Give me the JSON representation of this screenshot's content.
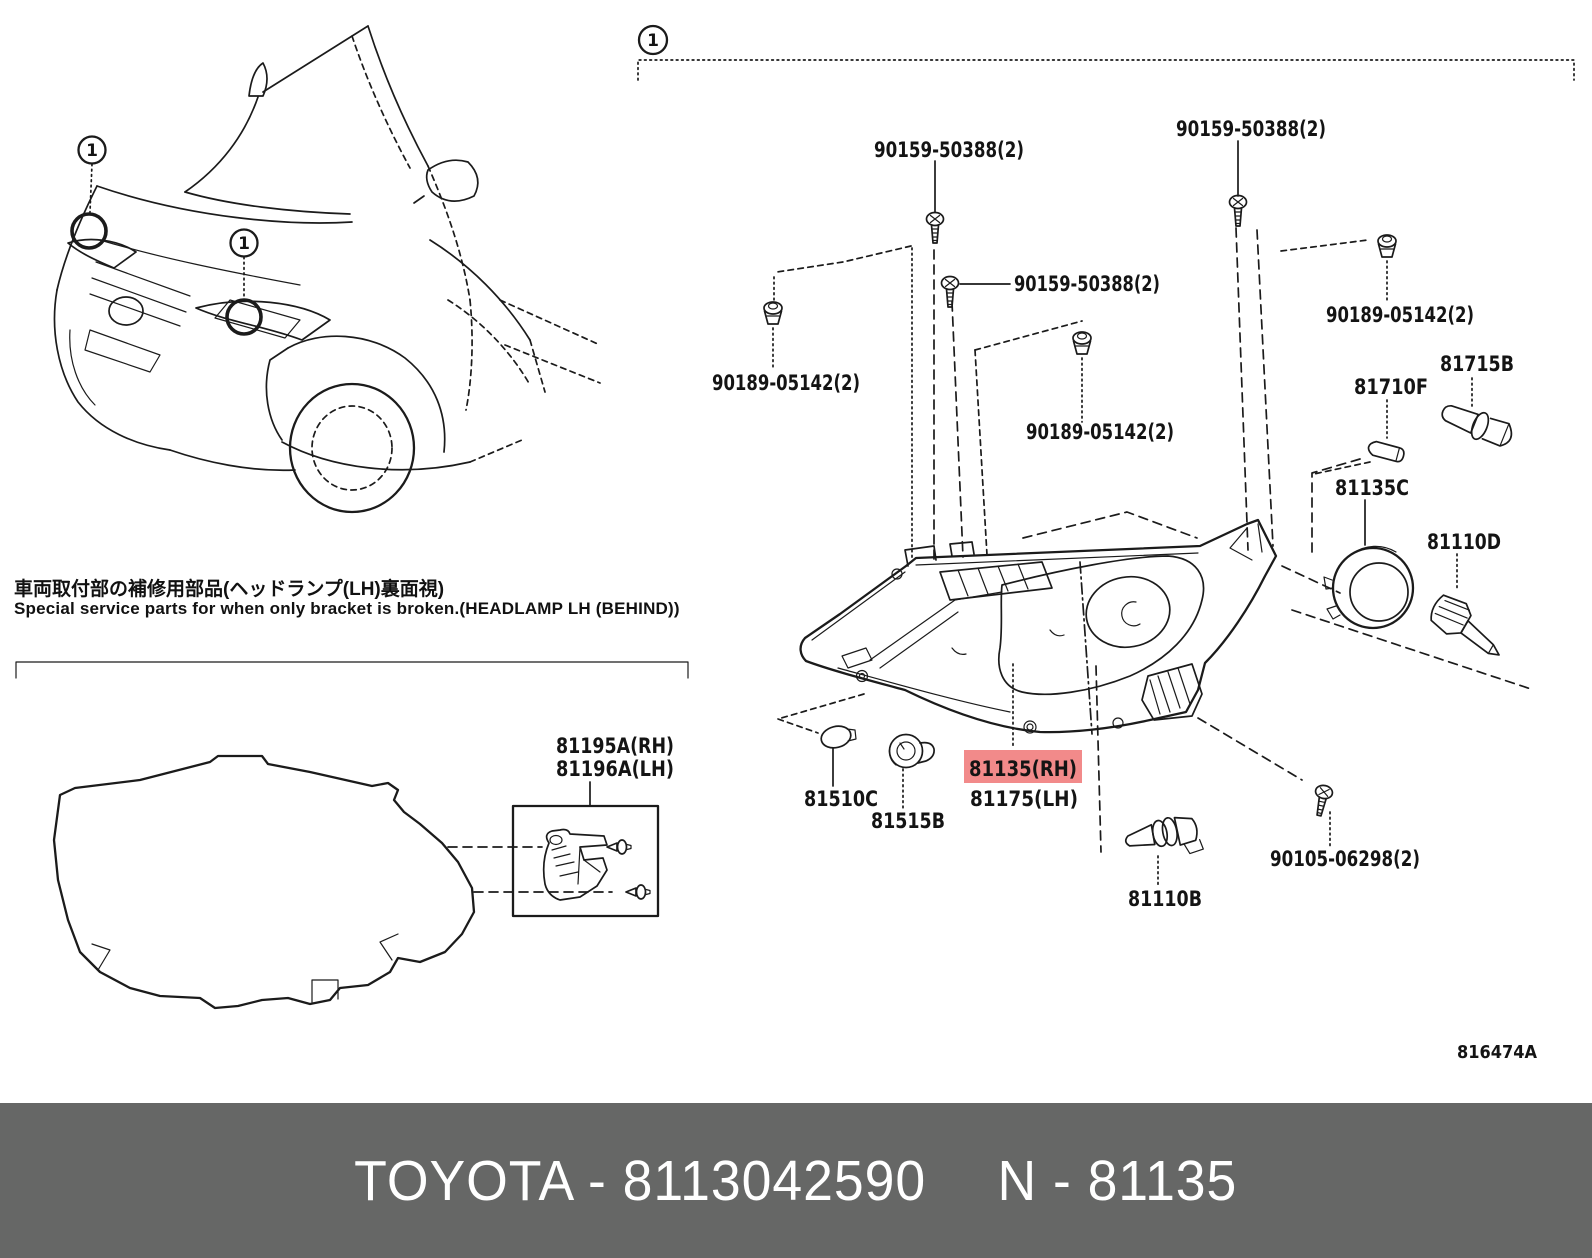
{
  "callout": {
    "marker": "1"
  },
  "parts": {
    "screw_top_left": "90159-50388(2)",
    "screw_mid": "90159-50388(2)",
    "screw_top_right": "90159-50388(2)",
    "clip_left": "90189-05142(2)",
    "clip_mid": "90189-05142(2)",
    "clip_right": "90189-05142(2)",
    "socket_81710f": "81710F",
    "bulb_81715b": "81715B",
    "cap_81135c": "81135C",
    "bulb_81110d": "81110D",
    "bulb_81510c": "81510C",
    "socket_81515b": "81515B",
    "headlamp_rh": "81135(RH)",
    "headlamp_lh": "81175(LH)",
    "bulb_81110b": "81110B",
    "screw_90105": "90105-06298(2)",
    "bracket_rh": "81195A(RH)",
    "bracket_lh": "81196A(LH)"
  },
  "highlight": {
    "bg": "#f28a8a",
    "text_color": "#8d0404"
  },
  "service_note": {
    "jp": "車両取付部の補修用部品(ヘッドランプ(LH)裏面視)",
    "en": "Special service parts for when only bracket is broken.(HEADLAMP LH (BEHIND))"
  },
  "diagram_code": "816474A",
  "footer": {
    "left": "TOYOTA - 8113042590",
    "right": "N - 81135",
    "bg": "#666766",
    "text_color": "#ffffff"
  }
}
